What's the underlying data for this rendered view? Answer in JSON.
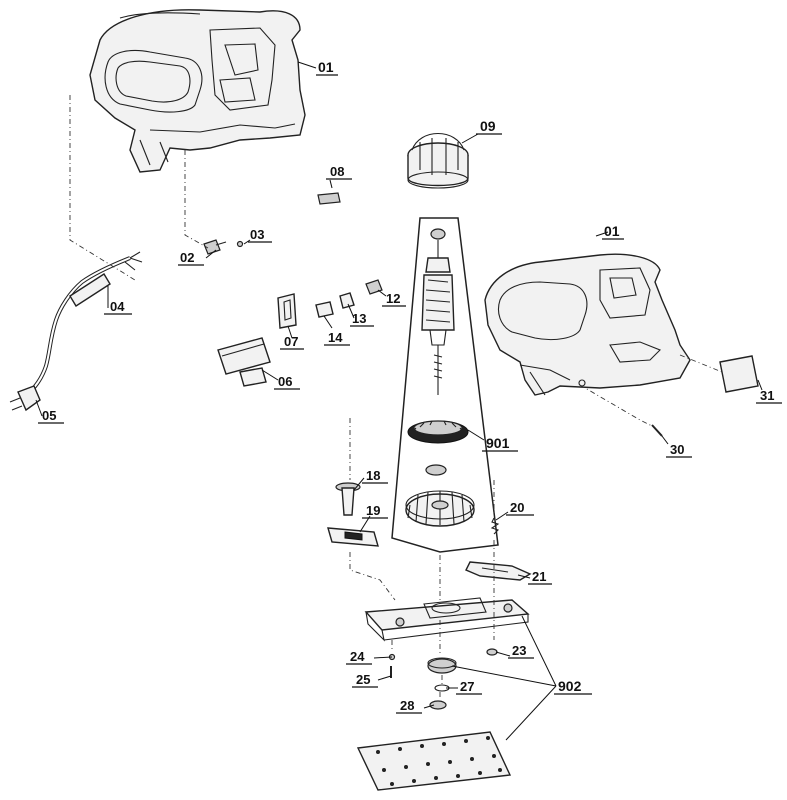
{
  "labels": {
    "l01a": "01",
    "l01b": "01",
    "l02": "02",
    "l03": "03",
    "l04": "04",
    "l05": "05",
    "l06": "06",
    "l07": "07",
    "l08": "08",
    "l09": "09",
    "l12": "12",
    "l13": "13",
    "l14": "14",
    "l18": "18",
    "l19": "19",
    "l20": "20",
    "l21": "21",
    "l23": "23",
    "l24": "24",
    "l25": "25",
    "l27": "27",
    "l28": "28",
    "l30": "30",
    "l31": "31",
    "l901": "901",
    "l902": "902"
  }
}
